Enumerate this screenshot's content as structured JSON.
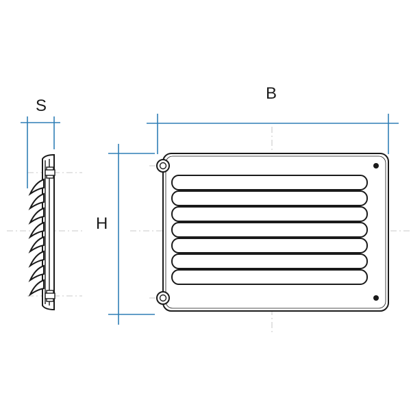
{
  "dimensions": {
    "width_label": "B",
    "height_label": "H",
    "depth_label": "S"
  },
  "front_view": {
    "louver_count": 7,
    "mounting_holes": 2,
    "screw_dots": 2
  },
  "side_view": {
    "blade_count": 8
  },
  "colors": {
    "dimension_lines": "#2f7fb5",
    "outline": "#1a1a1a",
    "center_lines": "#b8b8b8"
  }
}
